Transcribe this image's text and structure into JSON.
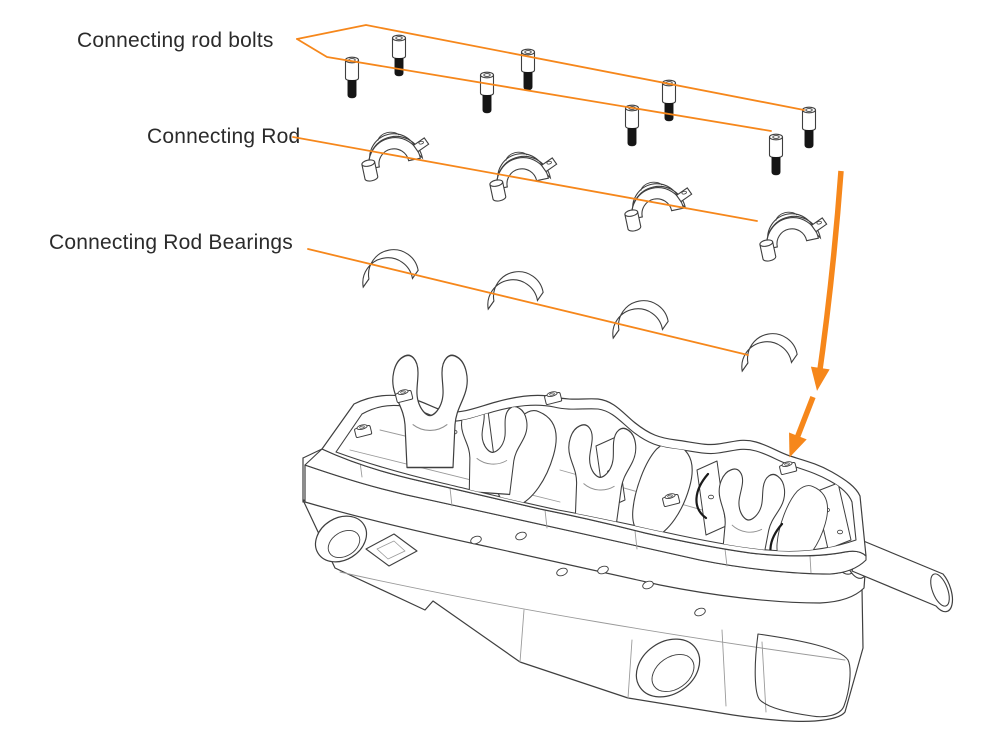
{
  "diagram": {
    "type": "exploded-assembly-illustration",
    "background_color": "#ffffff",
    "accent_color": "#F6871B",
    "line_color": "#3f3f3f",
    "text_color": "#2b2b2b",
    "labels": {
      "bolts": "Connecting rod bolts",
      "rod": "Connecting Rod",
      "bearings": "Connecting Rod Bearings"
    },
    "parts": {
      "bolt_count": 8,
      "rod_cap_count": 4,
      "bearing_count": 4,
      "engine_block_count": 1
    },
    "icons": {
      "assembly_arrow": "down-insertion-arrow"
    }
  }
}
